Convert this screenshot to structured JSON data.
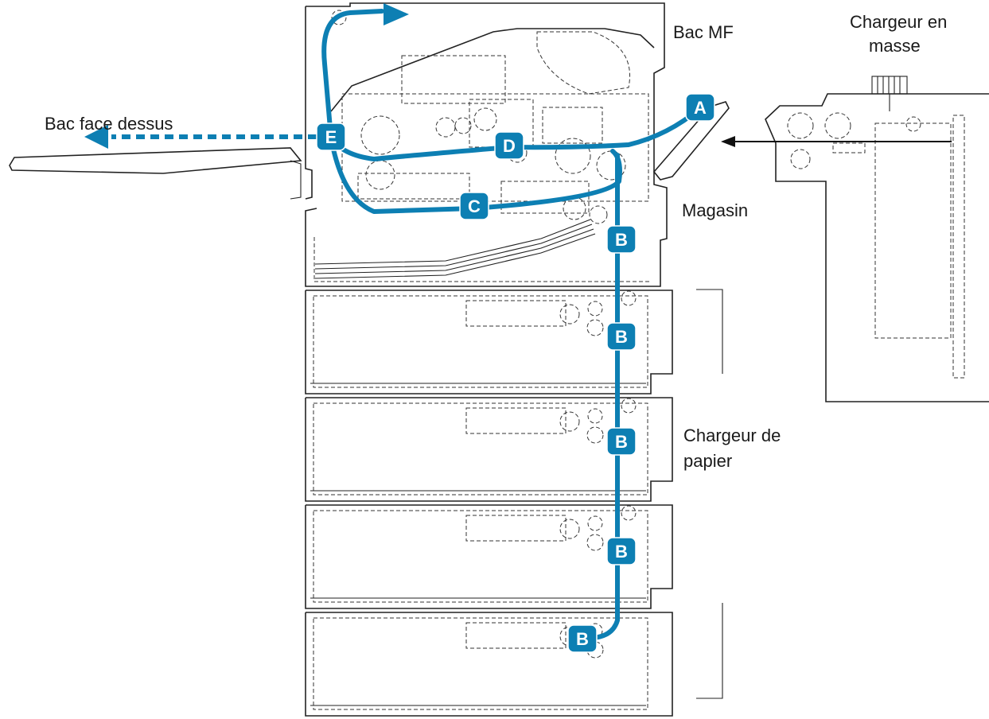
{
  "labels": {
    "bac_mf": "Bac MF",
    "chargeur_masse_line1": "Chargeur en",
    "chargeur_masse_line2": "masse",
    "bac_face_dessus": "Bac face dessus",
    "magasin": "Magasin",
    "chargeur_papier_line1": "Chargeur de",
    "chargeur_papier_line2": "papier"
  },
  "badges": {
    "a": "A",
    "b1": "B",
    "b2": "B",
    "b3": "B",
    "b4": "B",
    "b5": "B",
    "c": "C",
    "d": "D",
    "e": "E"
  },
  "colors": {
    "paper_path": "#0d7fb3",
    "outline": "#222222"
  }
}
